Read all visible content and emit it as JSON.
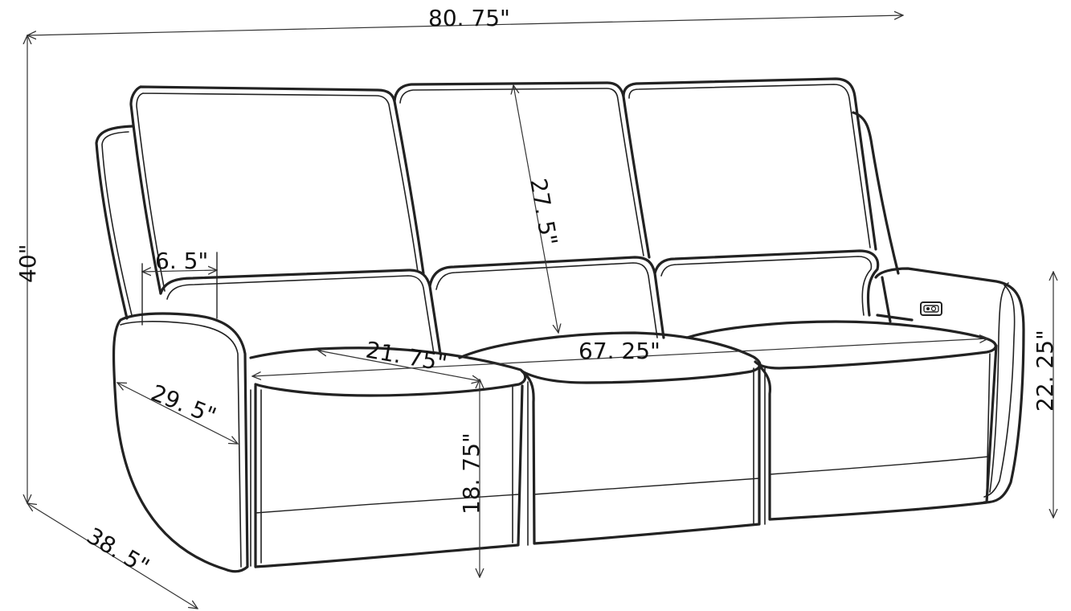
{
  "colors": {
    "line": "#222222",
    "background": "#ffffff"
  },
  "dimensions": {
    "overall_width": "80. 75\"",
    "overall_height": "40\"",
    "overall_depth": "38. 5\"",
    "arm_height": "22. 25\"",
    "seat_height": "18. 75\"",
    "back_height": "27. 5\"",
    "seat_width": "67. 25\"",
    "seat_depth": "21. 75\"",
    "arm_width": "6. 5\"",
    "arm_depth": "29. 5\""
  },
  "icons": {
    "power_button": "usb-power-button-icon"
  }
}
